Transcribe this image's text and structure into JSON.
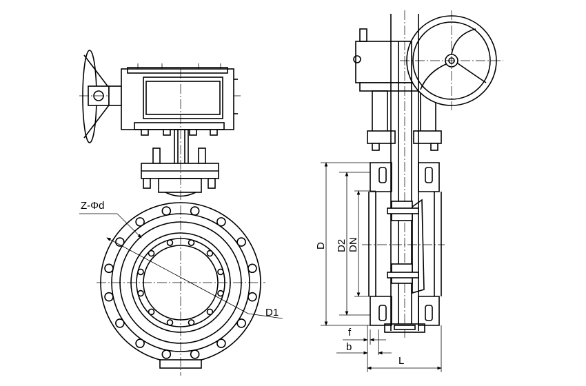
{
  "labels": {
    "bolt_holes": "Z-Φd",
    "bolt_circle": "D1",
    "outer_diameter": "D",
    "raised_face_diameter": "D2",
    "nominal_diameter": "DN",
    "raised_face_height": "f",
    "flange_thickness": "b",
    "face_to_face": "L"
  }
}
